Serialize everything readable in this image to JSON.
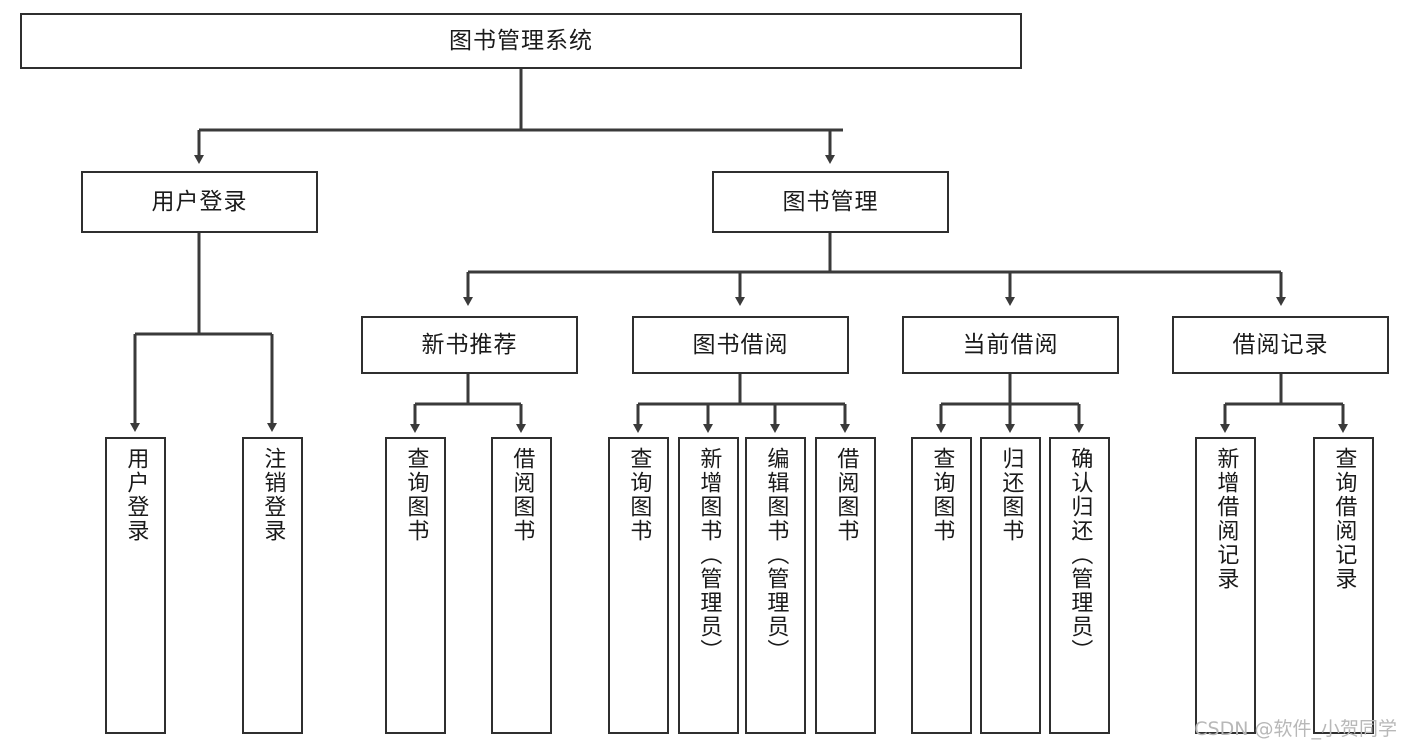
{
  "diagram": {
    "type": "tree-hierarchy",
    "title": "图书管理系统",
    "orientation": "top-down",
    "colors": {
      "box_border": "#2f2f2f",
      "box_fill": "#ffffff",
      "connector": "#3a3a3a",
      "text": "#1a1a1a",
      "watermark": "#b8b8b8",
      "background": "#ffffff"
    },
    "root": {
      "id": "root",
      "label": "图书管理系统",
      "orientation": "horizontal"
    },
    "level1": [
      {
        "id": "user-login",
        "label": "用户登录",
        "orientation": "horizontal"
      },
      {
        "id": "book-manage",
        "label": "图书管理",
        "orientation": "horizontal"
      }
    ],
    "level2": [
      {
        "id": "new-book-recommend",
        "label": "新书推荐",
        "parent": "book-manage",
        "orientation": "horizontal"
      },
      {
        "id": "book-borrow",
        "label": "图书借阅",
        "parent": "book-manage",
        "orientation": "horizontal"
      },
      {
        "id": "current-borrow",
        "label": "当前借阅",
        "parent": "book-manage",
        "orientation": "horizontal"
      },
      {
        "id": "borrow-record",
        "label": "借阅记录",
        "parent": "book-manage",
        "orientation": "horizontal"
      }
    ],
    "leaves": [
      {
        "id": "leaf-user-login",
        "label": "用户登录",
        "parent": "user-login",
        "orientation": "vertical"
      },
      {
        "id": "leaf-user-logout",
        "label": "注销登录",
        "parent": "user-login",
        "orientation": "vertical"
      },
      {
        "id": "leaf-query-book-1",
        "label": "查询图书",
        "parent": "new-book-recommend",
        "orientation": "vertical"
      },
      {
        "id": "leaf-borrow-book-1",
        "label": "借阅图书",
        "parent": "new-book-recommend",
        "orientation": "vertical"
      },
      {
        "id": "leaf-query-book-2",
        "label": "查询图书",
        "parent": "book-borrow",
        "orientation": "vertical"
      },
      {
        "id": "leaf-add-book",
        "label": "新增图书（管理员）",
        "parent": "book-borrow",
        "orientation": "vertical"
      },
      {
        "id": "leaf-edit-book",
        "label": "编辑图书（管理员）",
        "parent": "book-borrow",
        "orientation": "vertical"
      },
      {
        "id": "leaf-borrow-book-2",
        "label": "借阅图书",
        "parent": "book-borrow",
        "orientation": "vertical"
      },
      {
        "id": "leaf-query-book-3",
        "label": "查询图书",
        "parent": "current-borrow",
        "orientation": "vertical"
      },
      {
        "id": "leaf-return-book",
        "label": "归还图书",
        "parent": "current-borrow",
        "orientation": "vertical"
      },
      {
        "id": "leaf-confirm-return",
        "label": "确认归还（管理员）",
        "parent": "current-borrow",
        "orientation": "vertical"
      },
      {
        "id": "leaf-add-record",
        "label": "新增借阅记录",
        "parent": "borrow-record",
        "orientation": "vertical"
      },
      {
        "id": "leaf-query-record",
        "label": "查询借阅记录",
        "parent": "borrow-record",
        "orientation": "vertical"
      }
    ]
  },
  "watermark": {
    "text": "CSDN @软件_小贺同学"
  }
}
